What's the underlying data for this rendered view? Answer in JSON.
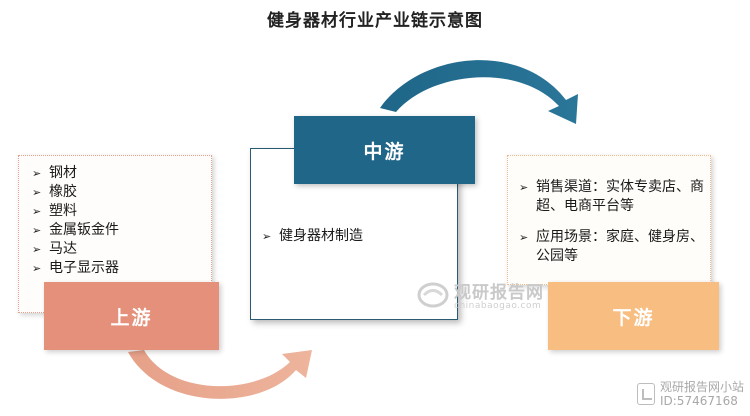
{
  "title": "健身器材行业产业链示意图",
  "colors": {
    "upstream": "#e4907a",
    "midstream": "#1f6688",
    "downstream": "#f8bd80"
  },
  "upstream": {
    "label": "上游",
    "items": [
      "钢材",
      "橡胶",
      "塑料",
      "金属钣金件",
      "马达",
      "电子显示器"
    ]
  },
  "midstream": {
    "label": "中游",
    "items": [
      "健身器材制造"
    ]
  },
  "downstream": {
    "label": "下游",
    "items": [
      "销售渠道：实体专卖店、商超、电商平台等",
      "应用场景：家庭、健身房、公园等"
    ]
  },
  "watermark": {
    "name": "观研报告网",
    "url": "chinabaogao.com"
  },
  "corner_mark": {
    "name": "观研报告网小站",
    "id": "ID:57467168"
  }
}
